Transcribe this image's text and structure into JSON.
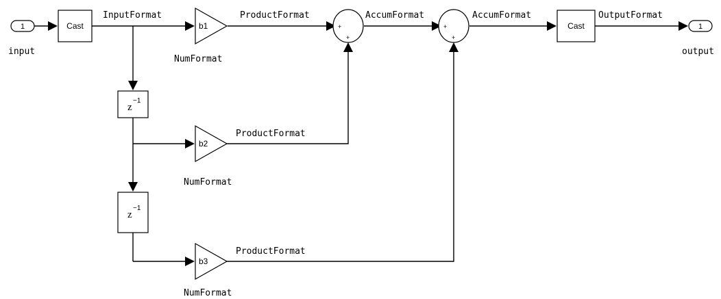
{
  "ports": {
    "input_number": "1",
    "input_label": "input",
    "output_number": "1",
    "output_label": "output"
  },
  "blocks": {
    "cast_in": "Cast",
    "cast_out": "Cast",
    "gain_1": "b1",
    "gain_2": "b2",
    "gain_3": "b3",
    "delay_z": "z",
    "delay_exp": "−1",
    "sum_sign": "+"
  },
  "signals": {
    "input_format": "InputFormat",
    "product_format": "ProductFormat",
    "accum_format": "AccumFormat",
    "output_format": "OutputFormat",
    "num_format": "NumFormat"
  }
}
